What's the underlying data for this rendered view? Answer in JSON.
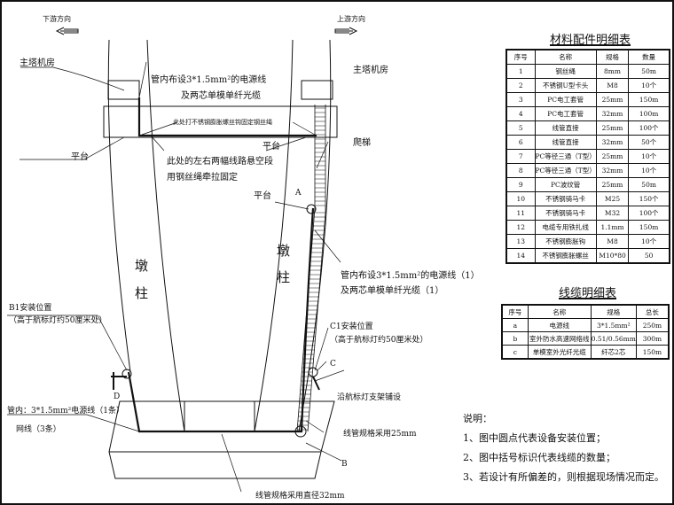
{
  "directions": {
    "left": "下游方向",
    "right": "上游方向"
  },
  "labels": {
    "main_tower_room_left": "主塔机房",
    "main_tower_room_right": "主塔机房",
    "pipe_note_top_1": "管内布设3*1.5mm²的电源线",
    "pipe_note_top_2": "及两芯单模单纤光缆",
    "beam_note": "此处打不锈钢膨胀螺丝钩固定钢丝绳",
    "platform_1": "平台",
    "platform_2": "平台",
    "platform_3": "平台",
    "ladder": "爬梯",
    "suspended_note_1": "此处的左右两幅线路悬空段",
    "suspended_note_2": "用钢丝绳牵拉固定",
    "pier_left": [
      "墩",
      "柱"
    ],
    "pier_right": [
      "墩",
      "柱"
    ],
    "pipe_note_right_1": "管内布设3*1.5mm²的电源线（1）",
    "pipe_note_right_2": "及两芯单模单纤光缆（1）",
    "b1_position": "B1安装位置",
    "b1_height": "（高于航标灯约50厘米处）",
    "c1_position": "C1安装位置",
    "c1_height": "（高于航标灯约50厘米处）",
    "marker_a": "A",
    "marker_b": "B",
    "marker_c": "C",
    "marker_d": "D",
    "along_bracket": "沿航标灯支架铺设",
    "pipe_inside_1": "管内：3*1.5mm²电源线（1条）",
    "pipe_inside_2": "网线（3条）",
    "pipe_25": "线管规格采用25mm",
    "pipe_32": "线管规格采用直径32mm"
  },
  "materials_table": {
    "title": "材料配件明细表",
    "headers": [
      "序号",
      "名称",
      "规格",
      "数量"
    ],
    "rows": [
      [
        "1",
        "钢丝绳",
        "8mm",
        "50m"
      ],
      [
        "2",
        "不锈钢U型卡头",
        "M8",
        "10个"
      ],
      [
        "3",
        "PC电工套管",
        "25mm",
        "150m"
      ],
      [
        "4",
        "PC电工套管",
        "32mm",
        "100m"
      ],
      [
        "5",
        "线管直接",
        "25mm",
        "100个"
      ],
      [
        "6",
        "线管直接",
        "32mm",
        "50个"
      ],
      [
        "7",
        "PC等径三通（T型）",
        "25mm",
        "10个"
      ],
      [
        "8",
        "PC等径三通（T型）",
        "32mm",
        "10个"
      ],
      [
        "9",
        "PC波纹管",
        "25mm",
        "50m"
      ],
      [
        "10",
        "不锈钢骑马卡",
        "M25",
        "150个"
      ],
      [
        "11",
        "不锈钢骑马卡",
        "M32",
        "100个"
      ],
      [
        "12",
        "电缆专用铁扎线",
        "1.1mm",
        "150m"
      ],
      [
        "13",
        "不锈钢膨胀钩",
        "M8",
        "10个"
      ],
      [
        "14",
        "不锈钢膨胀螺丝",
        "M10*80",
        "50"
      ]
    ]
  },
  "cable_table": {
    "title": "线缆明细表",
    "headers": [
      "序号",
      "名称",
      "规格",
      "总长"
    ],
    "rows": [
      [
        "a",
        "电源线",
        "3*1.5mm²",
        "250m"
      ],
      [
        "b",
        "室外防水高速网络线",
        "0.51/0.56mm",
        "300m"
      ],
      [
        "c",
        "单模室外光纤光缆",
        "纤芯2芯",
        "150m"
      ]
    ]
  },
  "notes": {
    "title": "说明：",
    "items": [
      "1、图中圆点代表设备安装位置；",
      "2、图中括号标识代表线缆的数量；",
      "3、若设计有所偏差的，则根据现场情况而定。"
    ]
  }
}
